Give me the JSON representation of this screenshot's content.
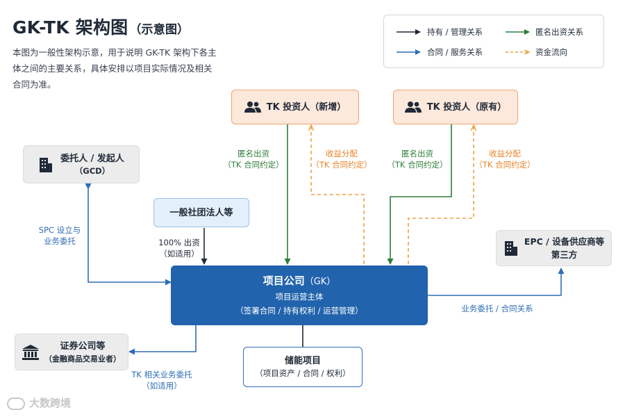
{
  "title": {
    "main": "GK-TK 架构图",
    "sub": "（示意图）"
  },
  "description": "本图为一般性架构示意，用于说明 GK-TK 架构下各主体之间的主要关系，具体安排以项目实际情况及相关合同为准。",
  "legend": {
    "holding": "持有 / 管理关系",
    "anonymous": "匿名出资关系",
    "service": "合同 / 服务关系",
    "cash": "资金流向"
  },
  "nodes": {
    "tk_new": "TK 投资人（新增）",
    "tk_old": "TK 投资人（原有）",
    "gcd_title": "委托人 / 发起人",
    "gcd_sub": "（GCD）",
    "general_assoc": "一般社团法人等",
    "gk_title": "项目公司",
    "gk_code": "（GK）",
    "gk_line2": "项目运营主体",
    "gk_line3": "（签署合同 / 持有权利 / 运营管理）",
    "epc_title": "EPC / 设备供应商等",
    "epc_sub": "第三方",
    "securities_title": "证券公司等",
    "securities_sub": "（金融商品交易业者）",
    "storage_title": "储能项目",
    "storage_sub": "（项目资产 / 合同 / 权利）"
  },
  "edge_labels": {
    "anon_new_1": "匿名出资",
    "anon_new_2": "（TK 合同约定）",
    "profit_new_1": "收益分配",
    "profit_new_2": "（TK 合同约定）",
    "anon_old_1": "匿名出资",
    "anon_old_2": "（TK 合同约定）",
    "profit_old_1": "收益分配",
    "profit_old_2": "（TK 合同约定）",
    "spc_1": "SPC 设立与",
    "spc_2": "业务委托",
    "invest_1": "100% 出资",
    "invest_2": "（如适用）",
    "epc_rel": "业务委托 / 合同关系",
    "tk_rel_1": "TK 相关业务委托",
    "tk_rel_2": "（如适用）"
  },
  "icons": {
    "investor": "people-icon",
    "building": "building-icon",
    "bank": "bank-icon"
  },
  "colors": {
    "black": "#1f2937",
    "green": "#2e7d3a",
    "blue": "#2f6db5",
    "orange": "#f0a040",
    "gk_fill": "#2163ad"
  },
  "watermark": "大数跨境"
}
